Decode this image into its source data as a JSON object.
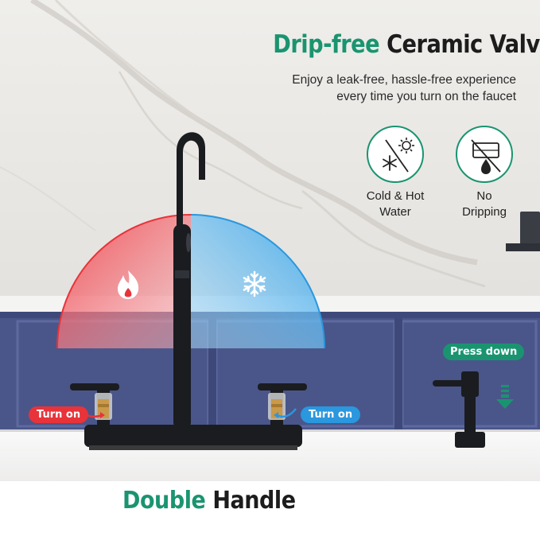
{
  "headline": {
    "accent": "Drip-free",
    "rest": "Ceramic Valve"
  },
  "subtitle": {
    "line1": "Enjoy a leak-free, hassle-free experience",
    "line2": "every time you turn on the faucet"
  },
  "features": [
    {
      "icon": "snowflake-sun-icon",
      "line1": "Cold & Hot",
      "line2": "Water"
    },
    {
      "icon": "no-drip-icon",
      "line1": "No",
      "line2": "Dripping"
    }
  ],
  "handles": {
    "hot_label": "Turn on",
    "cold_label": "Turn on"
  },
  "soap_dispenser": {
    "label": "Press down"
  },
  "bottom_title": {
    "accent": "Double",
    "rest": "Handle"
  },
  "colors": {
    "accent_green": "#1a9470",
    "hot_red": "#e8333a",
    "cold_blue": "#2a97de",
    "cabinet_blue": "#4e5a8e",
    "faucet_black": "#1a1c20"
  }
}
